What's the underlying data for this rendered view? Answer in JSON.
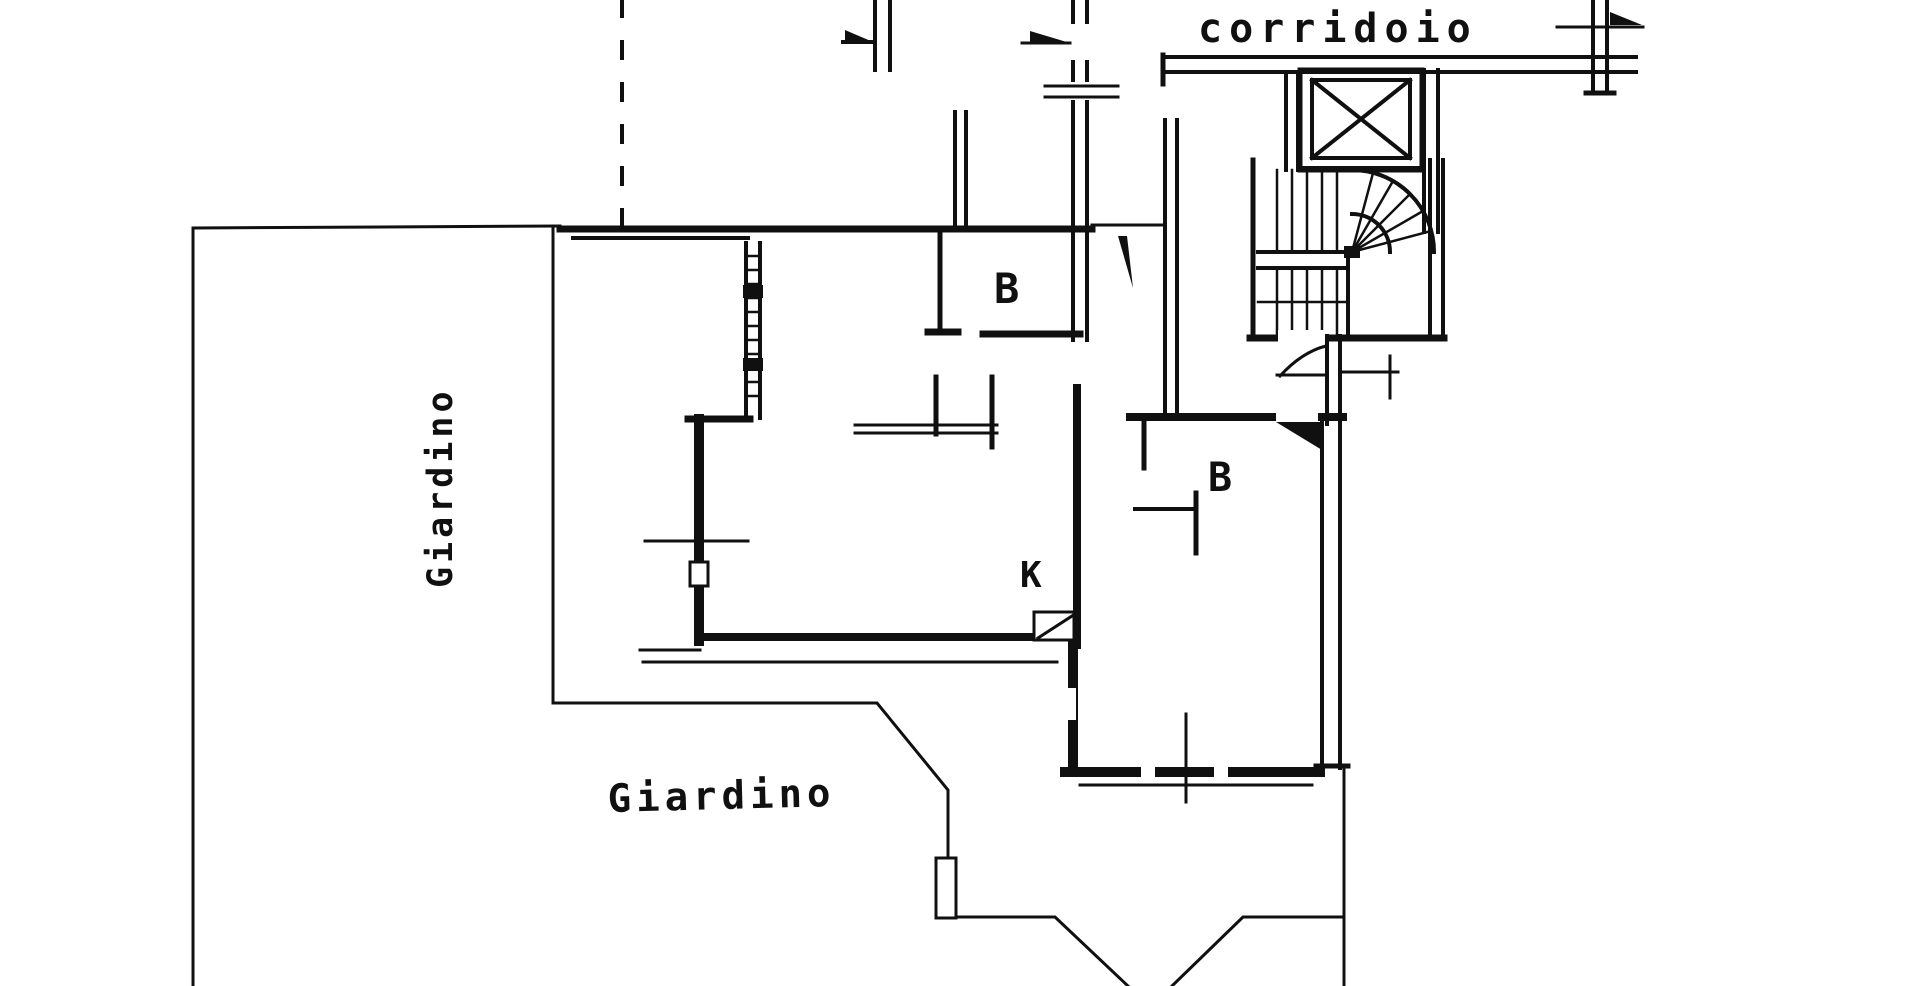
{
  "plan": {
    "paper_color": "#ffffff",
    "ink_color": "#101010",
    "labels": {
      "corridor": "corridoio",
      "garden_left": "Giardino",
      "garden_bottom": "Giardino",
      "bathroom_top": "B",
      "bathroom_middle": "B",
      "kitchen": "K"
    }
  }
}
